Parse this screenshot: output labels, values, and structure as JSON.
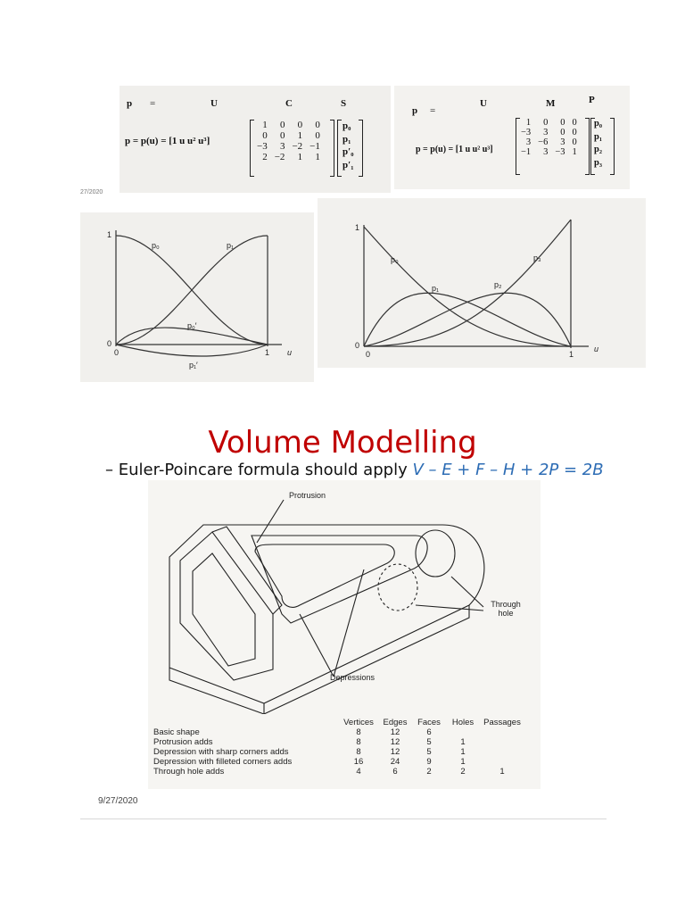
{
  "matrix_left": {
    "header": [
      "p",
      "=",
      "U",
      "C",
      "S"
    ],
    "lhs": "p = p(u) = [1  u  u²  u³]",
    "rows": [
      [
        "1",
        "0",
        "0",
        "0"
      ],
      [
        "0",
        "0",
        "1",
        "0"
      ],
      [
        "−3",
        "3",
        "−2",
        "−1"
      ],
      [
        "2",
        "−2",
        "1",
        "1"
      ]
    ],
    "vector": [
      "p₀",
      "p₁",
      "p′₀",
      "p′₁"
    ]
  },
  "matrix_right": {
    "header": [
      "p",
      "=",
      "U",
      "M",
      "P"
    ],
    "lhs": "p = p(u) = [1  u  u²  u³]",
    "rows": [
      [
        "1",
        "0",
        "0",
        "0"
      ],
      [
        "−3",
        "3",
        "0",
        "0"
      ],
      [
        "3",
        "−6",
        "3",
        "0"
      ],
      [
        "−1",
        "3",
        "−3",
        "1"
      ]
    ],
    "vector": [
      "p₀",
      "p₁",
      "p₂",
      "p₃"
    ]
  },
  "date_cut": "27/2020",
  "graph_left": {
    "y_top": "1",
    "y_origin": "0",
    "x_origin": "0",
    "x_end": "1",
    "x_axis": "u",
    "labels": [
      "p₀",
      "p₁",
      "p₀′",
      "p₁′"
    ]
  },
  "graph_right": {
    "y_top": "1",
    "y_origin": "0",
    "x_origin": "0",
    "x_end": "1",
    "x_axis": "u",
    "labels": [
      "p₀",
      "p₁",
      "p₂",
      "p₃"
    ]
  },
  "slide": {
    "title": "Volume Modelling",
    "bullet_dash": "–",
    "bullet_text": "Euler-Poincare formula should apply",
    "formula": "V – E + F – H + 2P = 2B",
    "title_color": "#c00000",
    "formula_color": "#2e6db5"
  },
  "figure_labels": {
    "protrusion": "Protrusion",
    "through_hole": "Through hole",
    "depressions": "Depressions"
  },
  "euler_table": {
    "headers": [
      "Vertices",
      "Edges",
      "Faces",
      "Holes",
      "Passages"
    ],
    "rows": [
      {
        "label": "Basic shape",
        "values": [
          "8",
          "12",
          "6",
          "",
          ""
        ]
      },
      {
        "label": "Protrusion adds",
        "values": [
          "8",
          "12",
          "5",
          "1",
          ""
        ]
      },
      {
        "label": "Depression with sharp corners adds",
        "values": [
          "8",
          "12",
          "5",
          "1",
          ""
        ]
      },
      {
        "label": "Depression with filleted corners adds",
        "values": [
          "16",
          "24",
          "9",
          "1",
          ""
        ]
      },
      {
        "label": "Through hole adds",
        "values": [
          "4",
          "6",
          "2",
          "2",
          "1"
        ]
      }
    ]
  },
  "footer_date": "9/27/2020"
}
